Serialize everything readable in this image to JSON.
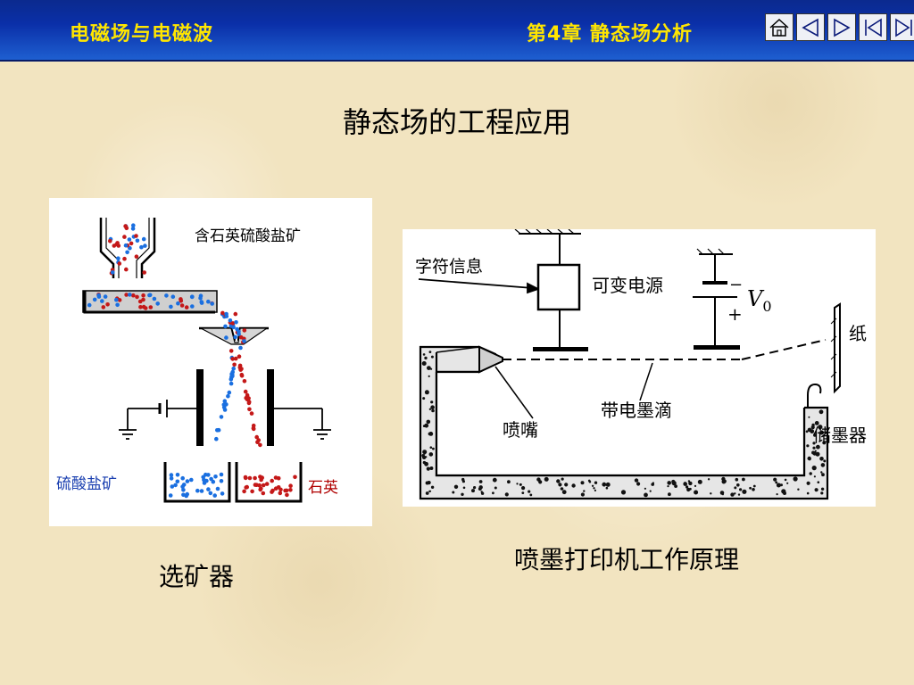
{
  "header": {
    "course_title": "电磁场与电磁波",
    "chapter_label": "第4章   静态场分析",
    "nav": [
      "home-icon",
      "previous-icon",
      "next-icon",
      "first-icon",
      "last-icon"
    ]
  },
  "page": {
    "heading": "静态场的工程应用"
  },
  "ore_separator": {
    "labels": {
      "ore_input": "含石英硫酸盐矿",
      "sulfate_ore": "硫酸盐矿",
      "quartz": "石英"
    },
    "caption": "选矿器",
    "colors": {
      "sulfate": "#1a6fe0",
      "quartz": "#c41818",
      "quartz_label": "#b00000",
      "sulfate_label": "#1a3fb0"
    }
  },
  "inkjet_printer": {
    "labels": {
      "signal": "字符信息",
      "power": "可变电源",
      "voltage_symbol": "V",
      "voltage_subscript": "0",
      "minus": "−",
      "plus": "+",
      "paper": "纸",
      "nozzle": "喷嘴",
      "droplet": "带电墨滴",
      "reservoir": "储墨器"
    },
    "caption": "喷墨打印机工作原理"
  }
}
